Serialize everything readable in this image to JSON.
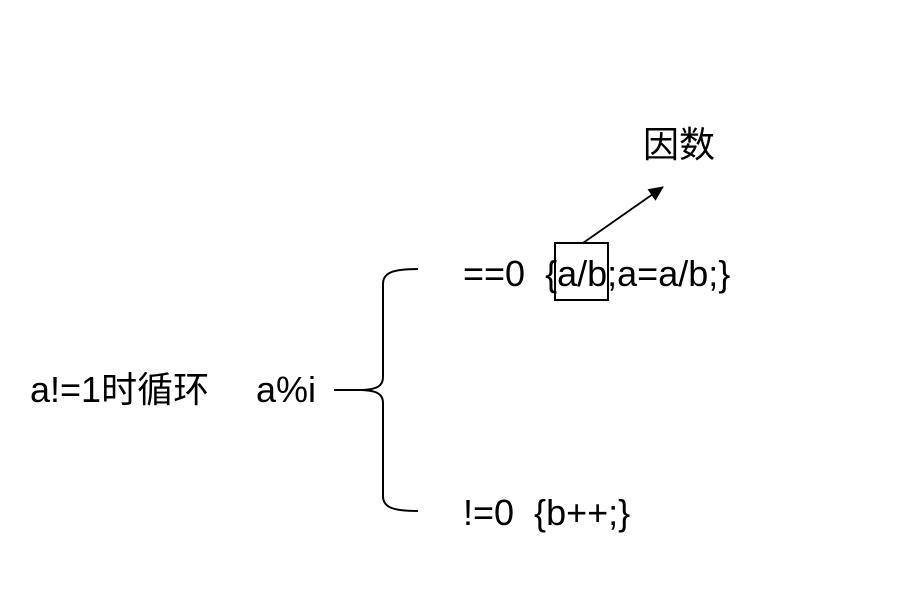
{
  "diagram": {
    "loop_condition": "a!=1时循环",
    "expression": "a%i",
    "branch_zero": {
      "prefix": "==0  {",
      "boxed_term": "a/b",
      "suffix": ";a=a/b;}"
    },
    "branch_nonzero": "!=0  {b++;}",
    "arrow_target": "因数",
    "colors": {
      "ink": "#000000",
      "background": "#ffffff"
    }
  }
}
